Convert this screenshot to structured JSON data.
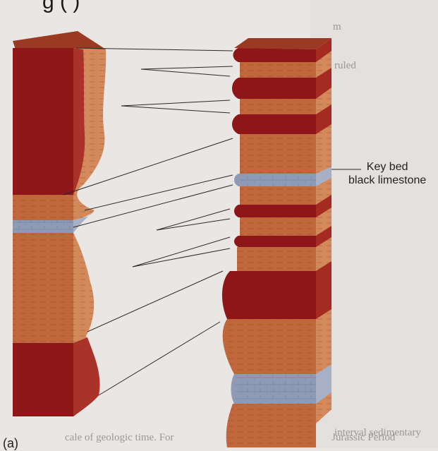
{
  "header_fragment": "g                   (                   )",
  "callout": {
    "line1": "Key bed",
    "line2": "black limestone"
  },
  "panel_letter": "(a)",
  "background_text": [
    "m",
    "ruled",
    "interval  sedimentary",
    "cale of geologic time.  For",
    "Jurassic Period"
  ],
  "colors": {
    "red_bed": "#8e1518",
    "red_bed_face": "#a42a22",
    "sandstone": "#c0673c",
    "sandstone_face": "#d4895a",
    "limestone": "#8f9ab5",
    "limestone_face": "#a8b0c8",
    "top_face": "#9a3a22",
    "line": "#2a2a2a"
  }
}
